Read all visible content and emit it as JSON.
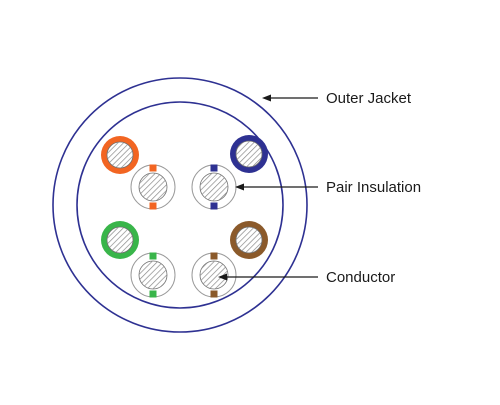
{
  "colors": {
    "jacket": "#2e3192",
    "pair_insulation_outline": "#9a9a9a",
    "conductor_stroke": "#6f6f6f",
    "hatch": "#8a8a8a",
    "leader_line": "#1a1a1a",
    "label_text": "#1a1a1a"
  },
  "labels": {
    "outer_jacket": "Outer Jacket",
    "pair_insulation": "Pair Insulation",
    "conductor": "Conductor"
  },
  "pairs": [
    {
      "name": "orange",
      "color": "#f26522"
    },
    {
      "name": "blue",
      "color": "#2e3192"
    },
    {
      "name": "green",
      "color": "#39b54a"
    },
    {
      "name": "brown",
      "color": "#8b5a2b"
    }
  ]
}
